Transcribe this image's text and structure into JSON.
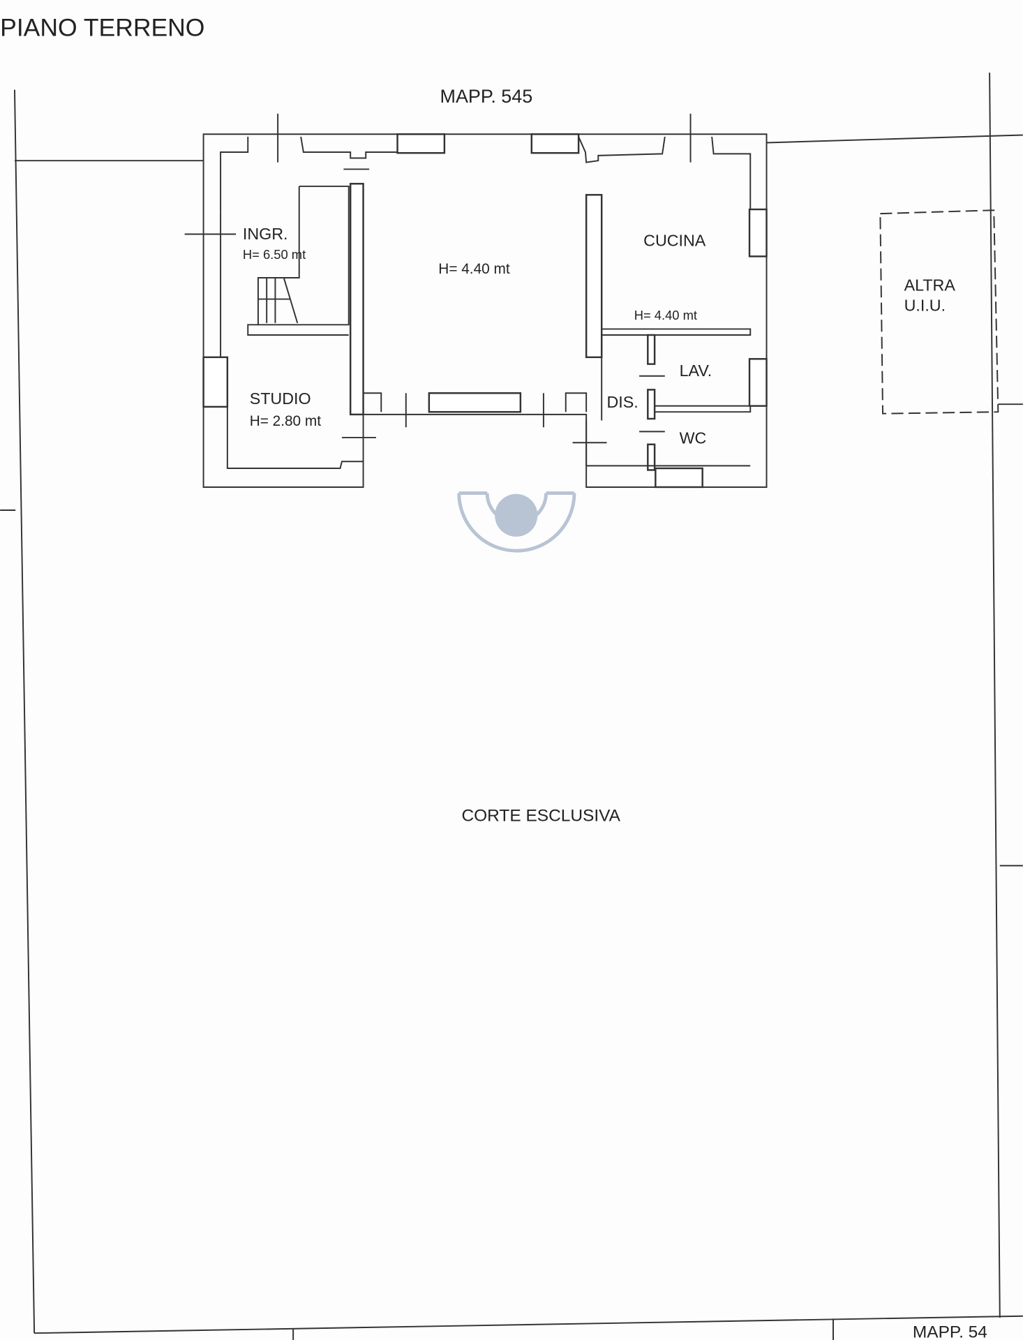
{
  "title": "PIANO TERRENO",
  "labels": {
    "north": "MAPP. 545",
    "ingresso": "INGR.",
    "ingresso_h": "H= 6.50 mt",
    "soggiorno_h": "H= 4.40 mt",
    "cucina": "CUCINA",
    "cucina_h": "H= 4.40 mt",
    "studio": "STUDIO",
    "studio_h": "H= 2.80 mt",
    "lav": "LAV.",
    "dis": "DIS.",
    "wc": "WC",
    "altra": "ALTRA",
    "uiu": "U.I.U.",
    "corte": "CORTE ESCLUSIVA",
    "south_partial": "MAPP. 54"
  },
  "colors": {
    "lines": "#333333",
    "watermark": "#b8c4d4"
  },
  "watermark_icon": "agency-logo-icon"
}
